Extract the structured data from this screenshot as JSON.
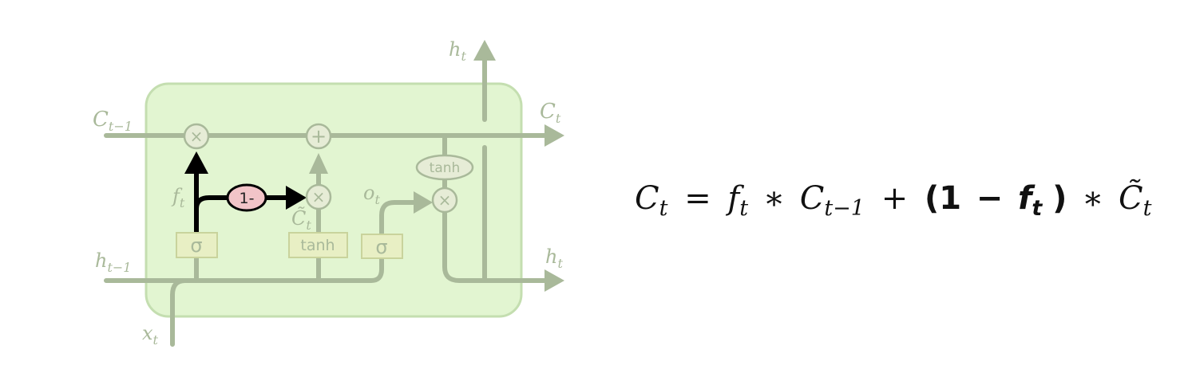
{
  "labels": {
    "c_prev": "C",
    "c_prev_sub": "t−1",
    "c_out": "C",
    "c_out_sub": "t",
    "h_top": "h",
    "h_top_sub": "t",
    "h_right": "h",
    "h_right_sub": "t",
    "h_prev": "h",
    "h_prev_sub": "t−1",
    "x_in": "x",
    "x_in_sub": "t",
    "f_gate": "f",
    "f_gate_sub": "t",
    "o_gate": "o",
    "o_gate_sub": "t",
    "c_tilde": "C̃",
    "c_tilde_sub": "t"
  },
  "gates": {
    "sigma_forget": "σ",
    "tanh_candidate": "tanh",
    "sigma_output": "σ",
    "tanh_output": "tanh",
    "one_minus": "1-"
  },
  "ops": {
    "mult": "×",
    "add": "+"
  },
  "equation": {
    "lhs": "C",
    "lhs_sub": "t",
    "equals": "=",
    "f": "f",
    "f_sub": "t",
    "star1": "∗",
    "c": "C",
    "c_sub": "t−1",
    "plus": "+",
    "open_paren": "(",
    "one": "1",
    "minus": "−",
    "f_bold": "f",
    "f_bold_sub": "t",
    "close_paren": ")",
    "star2": "∗",
    "c_tilde": "C̃",
    "c_tilde_sub": "t"
  },
  "colors": {
    "cell_fill": "#e2f5d1",
    "cell_stroke": "#c4deb0",
    "faded_line": "#a9b99a",
    "gate_box": "#e8efc4",
    "gate_box_stroke": "#c9d39c",
    "op_circle": "#e6ecd6",
    "highlight": "#000000",
    "one_minus_fill": "#f2c4c8"
  }
}
